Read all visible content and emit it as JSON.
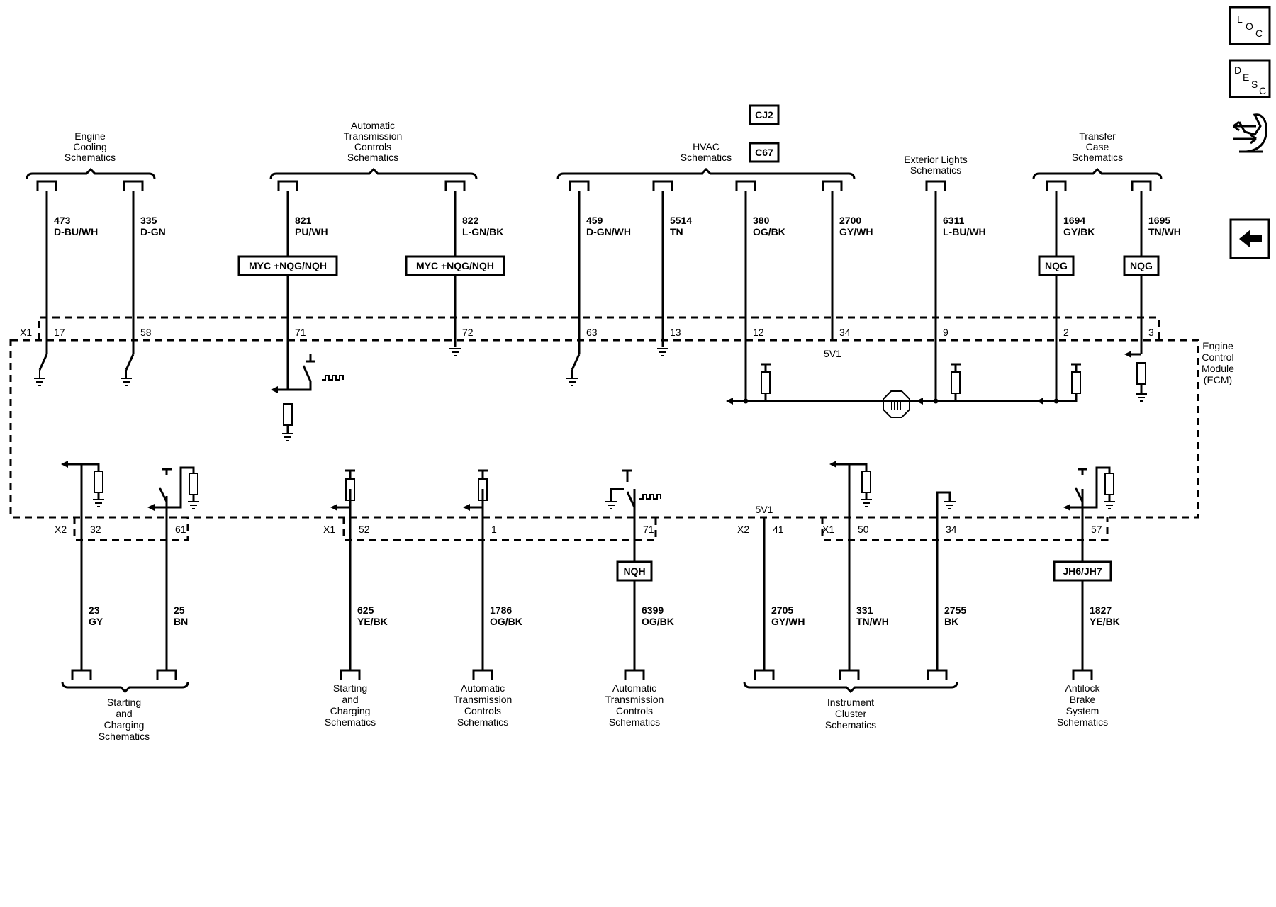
{
  "nav": {
    "loc": [
      "L",
      "O",
      "C"
    ],
    "desc": [
      "D",
      "E",
      "S",
      "C"
    ]
  },
  "ecm": {
    "label": [
      "Engine",
      "Control",
      "Module",
      "(ECM)"
    ]
  },
  "v5_top": "5V1",
  "v5_bottom": "5V1",
  "top_groups": [
    {
      "label": [
        "Engine",
        "Cooling",
        "Schematics"
      ]
    },
    {
      "label": [
        "Automatic",
        "Transmission",
        "Controls",
        "Schematics"
      ]
    },
    {
      "label": [
        "HVAC",
        "Schematics"
      ],
      "badges": [
        "CJ2",
        "C67"
      ]
    },
    {
      "label": [
        "Exterior Lights",
        "Schematics"
      ]
    },
    {
      "label": [
        "Transfer",
        "Case",
        "Schematics"
      ]
    }
  ],
  "top_wires": [
    {
      "circuit": "473",
      "color": "D-BU/WH",
      "pin": "17",
      "connector": "X1"
    },
    {
      "circuit": "335",
      "color": "D-GN",
      "pin": "58"
    },
    {
      "circuit": "821",
      "color": "PU/WH",
      "pin": "71",
      "option": "MYC +NQG/NQH"
    },
    {
      "circuit": "822",
      "color": "L-GN/BK",
      "pin": "72",
      "option": "MYC +NQG/NQH"
    },
    {
      "circuit": "459",
      "color": "D-GN/WH",
      "pin": "63"
    },
    {
      "circuit": "5514",
      "color": "TN",
      "pin": "13"
    },
    {
      "circuit": "380",
      "color": "OG/BK",
      "pin": "12"
    },
    {
      "circuit": "2700",
      "color": "GY/WH",
      "pin": "34"
    },
    {
      "circuit": "6311",
      "color": "L-BU/WH",
      "pin": "9"
    },
    {
      "circuit": "1694",
      "color": "GY/BK",
      "pin": "2",
      "option": "NQG"
    },
    {
      "circuit": "1695",
      "color": "TN/WH",
      "pin": "3",
      "option": "NQG"
    }
  ],
  "bottom_wires": [
    {
      "circuit": "23",
      "color": "GY",
      "pin": "32",
      "connector": "X2"
    },
    {
      "circuit": "25",
      "color": "BN",
      "pin": "61"
    },
    {
      "circuit": "625",
      "color": "YE/BK",
      "pin": "52",
      "connector": "X1"
    },
    {
      "circuit": "1786",
      "color": "OG/BK",
      "pin": "1"
    },
    {
      "circuit": "6399",
      "color": "OG/BK",
      "pin": "71",
      "option": "NQH"
    },
    {
      "circuit": "2705",
      "color": "GY/WH",
      "pin": "41",
      "connector": "X2"
    },
    {
      "circuit": "331",
      "color": "TN/WH",
      "pin": "50",
      "connector": "X1"
    },
    {
      "circuit": "2755",
      "color": "BK",
      "pin": "34"
    },
    {
      "circuit": "1827",
      "color": "YE/BK",
      "pin": "57",
      "option": "JH6/JH7"
    }
  ],
  "bottom_groups": [
    {
      "label": [
        "Starting",
        "and",
        "Charging",
        "Schematics"
      ]
    },
    {
      "label": [
        "Starting",
        "and",
        "Charging",
        "Schematics"
      ]
    },
    {
      "label": [
        "Automatic",
        "Transmission",
        "Controls",
        "Schematics"
      ]
    },
    {
      "label": [
        "Automatic",
        "Transmission",
        "Controls",
        "Schematics"
      ]
    },
    {
      "label": [
        "Instrument",
        "Cluster",
        "Schematics"
      ]
    },
    {
      "label": [
        "Antilock",
        "Brake",
        "System",
        "Schematics"
      ]
    }
  ]
}
